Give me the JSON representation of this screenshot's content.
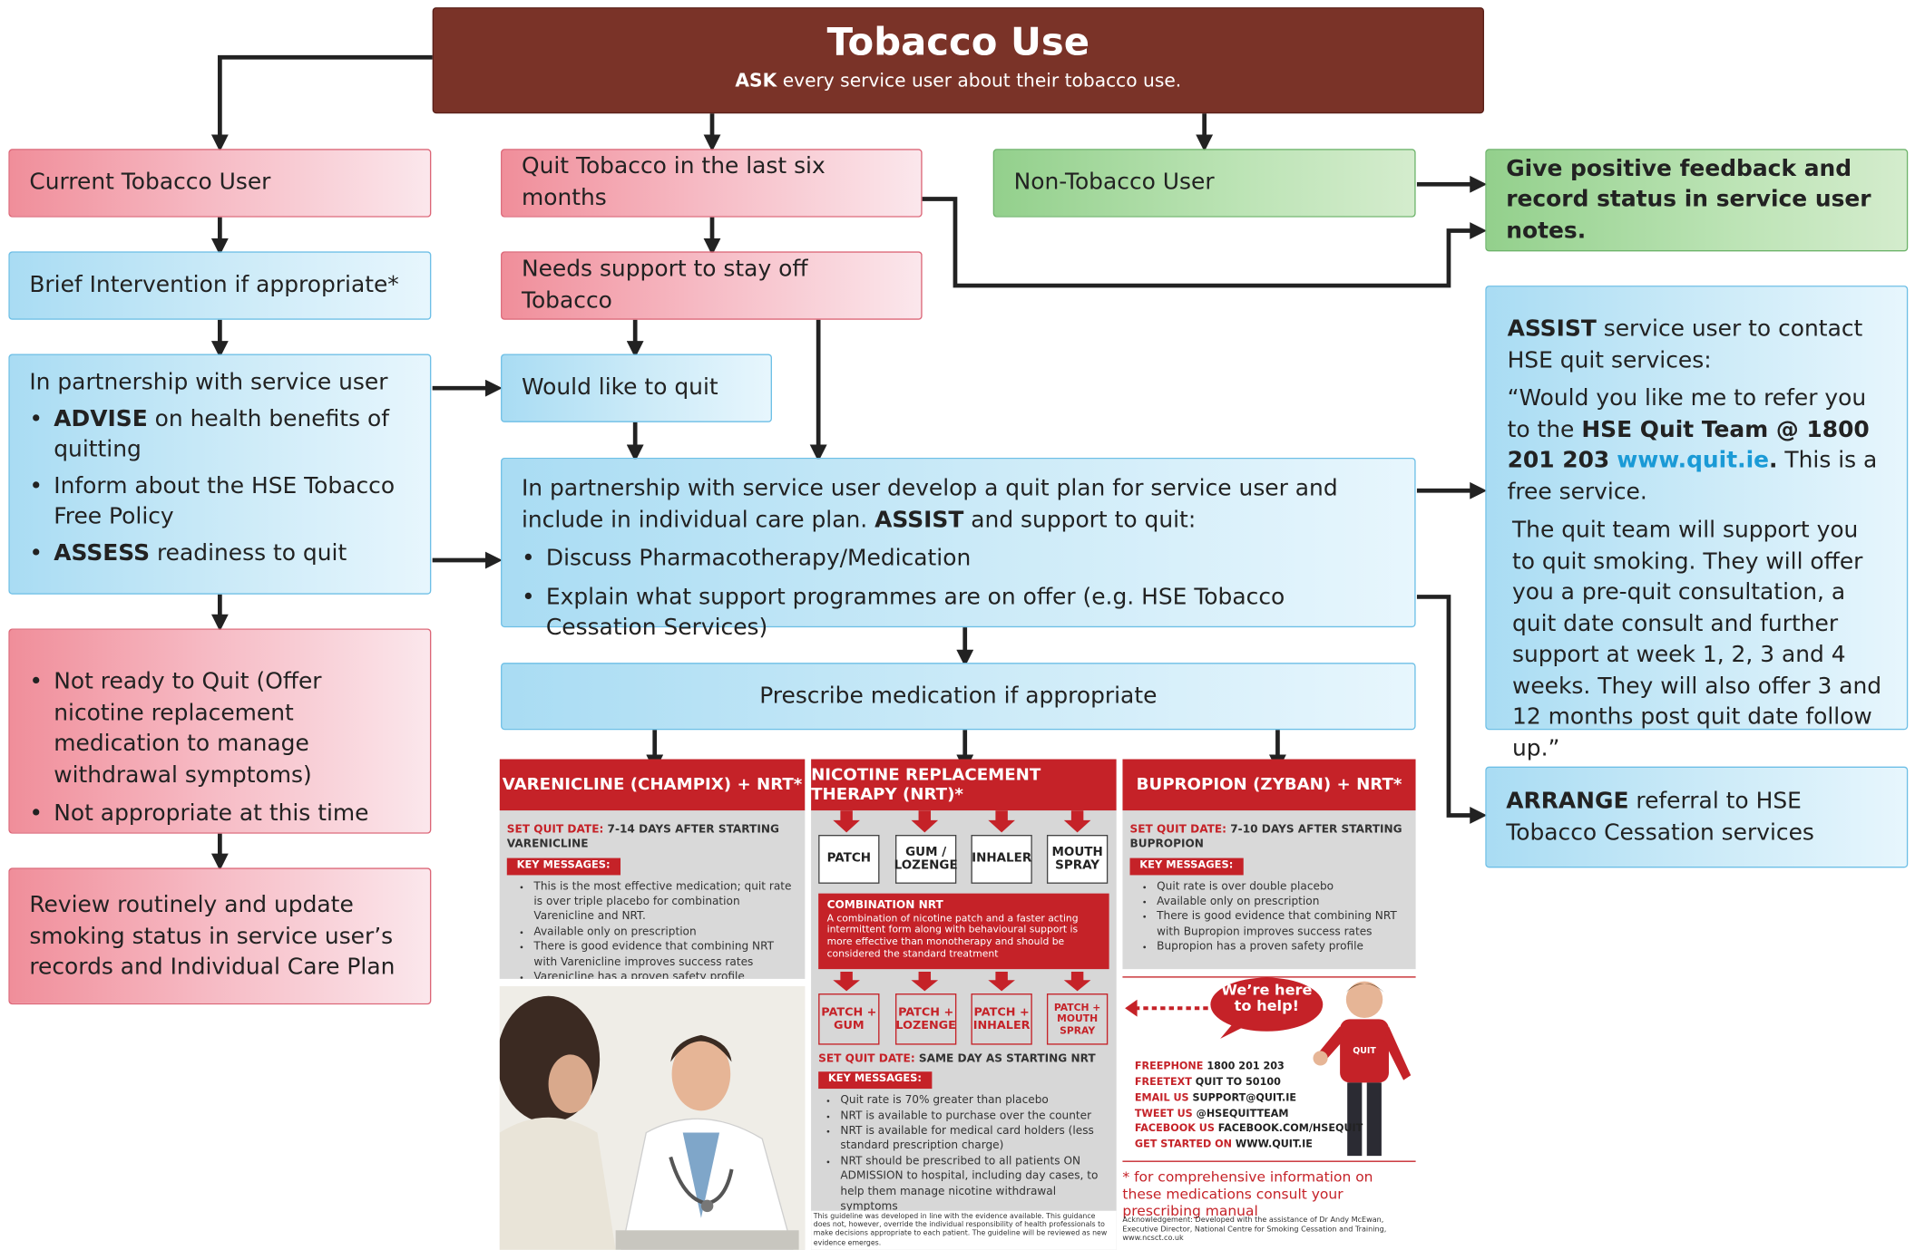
{
  "header": {
    "title": "Tobacco Use",
    "ask_bold": "ASK",
    "ask_text": " every service user about their tobacco use."
  },
  "current_user": "Current Tobacco User",
  "quit_six_months": "Quit Tobacco in the last six months",
  "non_user": "Non-Tobacco User",
  "positive_feedback": "Give positive feedback and record status in service user notes.",
  "brief_intervention": "Brief Intervention if appropriate*",
  "needs_support": "Needs support to stay off Tobacco",
  "would_like_quit": "Would like to quit",
  "partnership": {
    "intro": "In partnership with service user",
    "advise_bold": "ADVISE",
    "advise_text": " on health benefits of quitting",
    "inform": "Inform about the HSE Tobacco Free Policy",
    "assess_bold": "ASSESS",
    "assess_text": " readiness to quit"
  },
  "not_ready": {
    "item1": "Not ready to Quit (Offer nicotine replacement medication to manage withdrawal symptoms)",
    "item2": "Not appropriate at this time"
  },
  "review": "Review routinely and update smoking status in service user’s records and Individual Care Plan",
  "quit_plan": {
    "text_a": "In partnership with service user develop a quit plan for service user and include in individual care plan. ",
    "assist_bold": "ASSIST",
    "text_b": " and support to quit:",
    "item1": "Discuss Pharmacotherapy/Medication",
    "item2": "Explain what support programmes are on offer (e.g. HSE Tobacco Cessation Services)"
  },
  "prescribe": "Prescribe medication if appropriate",
  "assist_box": {
    "assist_bold": "ASSIST",
    "line1": " service user to contact HSE quit services:",
    "quote_a": "“Would you like me to refer you to the ",
    "quit_team": "HSE Quit Team @ 1800 201 203",
    "website": "www.quit.ie",
    "dot": ".",
    "free": " This is a free service.",
    "support": "The quit team will support you to quit smoking. They will offer you a pre-quit consultation, a quit date consult and further support at week 1, 2, 3 and 4 weeks. They will also offer 3 and 12 months post quit date follow up.”"
  },
  "arrange": {
    "bold": "ARRANGE",
    "text": " referral to HSE Tobacco Cessation services"
  },
  "varenicline": {
    "title": "VARENICLINE (CHAMPIX) + NRT*",
    "quit_label": "SET QUIT DATE:",
    "quit_value": " 7-14 DAYS AFTER STARTING VARENICLINE",
    "key": "KEY MESSAGES:",
    "m1": "This is the most effective medication; quit rate is over triple placebo for combination Varenicline and NRT.",
    "m2": "Available only on prescription",
    "m3": "There is good evidence that combining NRT with Varenicline improves success rates",
    "m4": "Varenicline has a proven safety profile"
  },
  "nrt": {
    "title": "NICOTINE REPLACEMENT THERAPY (NRT)*",
    "patch": "PATCH",
    "gum": "GUM / LOZENGE",
    "inhaler": "INHALER",
    "spray": "MOUTH SPRAY",
    "combo_title": "COMBINATION NRT",
    "combo_text": "A combination of nicotine patch and a faster acting intermittent form along with behavioural support is more effective than monotherapy and should be considered the standard treatment",
    "c1": "PATCH + GUM",
    "c2": "PATCH + LOZENGE",
    "c3": "PATCH + INHALER",
    "c4": "PATCH + MOUTH SPRAY",
    "quit_label": "SET QUIT DATE:",
    "quit_value": " SAME DAY AS STARTING NRT",
    "key": "KEY MESSAGES:",
    "m1": "Quit rate is 70% greater than placebo",
    "m2": "NRT is available to purchase over the counter",
    "m3": "NRT is available for medical card holders (less standard prescription charge)",
    "m4": "NRT should be prescribed to all patients ON ADMISSION to hospital, including day cases, to help them manage nicotine withdrawal symptoms",
    "footnote": "This guideline was developed in line with the evidence available. This guidance does not, however, override the individual responsibility of health professionals to make decisions appropriate to each patient. The guideline will be reviewed as new evidence emerges."
  },
  "bupropion": {
    "title": "BUPROPION (ZYBAN) + NRT*",
    "quit_label": "SET QUIT DATE:",
    "quit_value": " 7-10 DAYS AFTER STARTING BUPROPION",
    "key": "KEY MESSAGES:",
    "m1": "Quit rate is over double placebo",
    "m2": "Available only on prescription",
    "m3": "There is good evidence that combining NRT with Bupropion improves success rates",
    "m4": "Bupropion has a proven safety profile"
  },
  "help": {
    "bubble": "We’re here to help!",
    "shirt": "QUIT",
    "c1_label": "FREEPHONE",
    "c1_value": "1800 201 203",
    "c2_label": "FREETEXT",
    "c2_value": "QUIT TO  50100",
    "c3_label": "EMAIL US",
    "c3_value": "SUPPORT@QUIT.IE",
    "c4_label": "TWEET US",
    "c4_value": "@HSEQUITTEAM",
    "c5_label": "FACEBOOK US",
    "c5_value": "FACEBOOK.COM/HSEQUIT",
    "c6_label": "GET STARTED ON",
    "c6_value": "WWW.QUIT.IE",
    "footnote": "* for comprehensive information on these medications consult your prescribing manual",
    "ack": "Acknowledgement: Developed with the assistance of Dr Andy McEwan, Executive Director, National Centre for Smoking Cessation and Training, www.ncsct.co.uk"
  },
  "colors": {
    "header": "#7a3328",
    "red_box": "#f4a3ad",
    "blue_box": "#bfe5f7",
    "green_box": "#a9d9a2",
    "panel_red": "#c52228",
    "link": "#1a9ad6"
  }
}
